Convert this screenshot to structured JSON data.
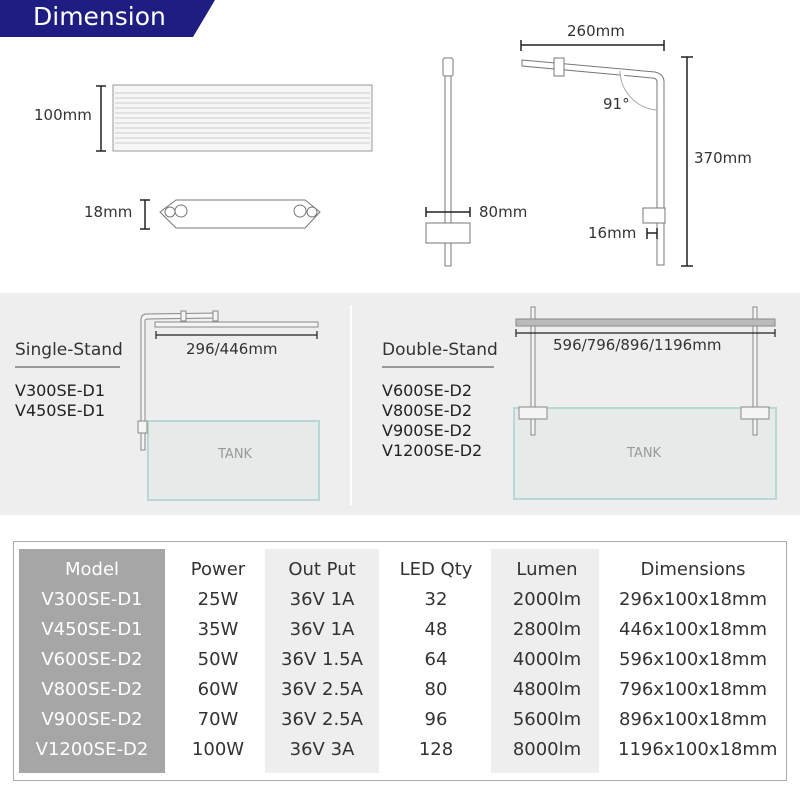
{
  "header": {
    "title": "Dimension"
  },
  "top_diagrams": {
    "light_height": "100mm",
    "light_thickness": "18mm",
    "stand_base_width": "80mm",
    "arm_length": "260mm",
    "angle": "91°",
    "stand_height": "370mm",
    "clamp_width": "16mm"
  },
  "single_stand": {
    "title": "Single-Stand",
    "models": [
      "V300SE-D1",
      "V450SE-D1"
    ],
    "length": "296/446mm",
    "tank": "TANK"
  },
  "double_stand": {
    "title": "Double-Stand",
    "models": [
      "V600SE-D2",
      "V800SE-D2",
      "V900SE-D2",
      "V1200SE-D2"
    ],
    "length": "596/796/896/1196mm",
    "tank": "TANK"
  },
  "table": {
    "headers": [
      "Model",
      "Power",
      "Out Put",
      "LED Qty",
      "Lumen",
      "Dimensions"
    ],
    "rows": [
      [
        "V300SE-D1",
        "25W",
        "36V 1A",
        "32",
        "2000lm",
        "296x100x18mm"
      ],
      [
        "V450SE-D1",
        "35W",
        "36V 1A",
        "48",
        "2800lm",
        "446x100x18mm"
      ],
      [
        "V600SE-D2",
        "50W",
        "36V 1.5A",
        "64",
        "4000lm",
        "596x100x18mm"
      ],
      [
        "V800SE-D2",
        "60W",
        "36V 2.5A",
        "80",
        "4800lm",
        "796x100x18mm"
      ],
      [
        "V900SE-D2",
        "70W",
        "36V 2.5A",
        "96",
        "5600lm",
        "896x100x18mm"
      ],
      [
        "V1200SE-D2",
        "100W",
        "36V 3A",
        "128",
        "8000lm",
        "1196x100x18mm"
      ]
    ]
  },
  "colors": {
    "banner": "#1e1e82",
    "model_col": "#a6a6a6",
    "shaded_col": "#eeeeee",
    "tank": "#b8d8d4"
  }
}
